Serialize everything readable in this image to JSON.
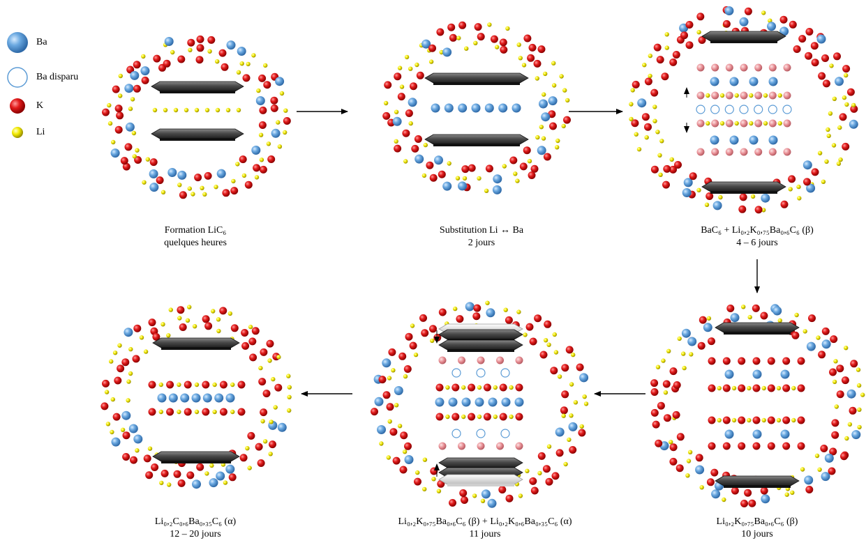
{
  "legend": {
    "ba": "Ba",
    "ba_missing": "Ba disparu",
    "k": "K",
    "li": "Li"
  },
  "colors": {
    "ba": "#5b9bd5",
    "k": "#e0201b",
    "li": "#e8e000",
    "k_faded": "#e8959a",
    "ba_missing_stroke": "#5b9bd5",
    "graphene": "#2a2a2a"
  },
  "icons": [
    "ba-atom-icon",
    "ba-missing-icon",
    "k-atom-icon",
    "li-atom-icon",
    "graphene-sheet-icon",
    "arrow-icon"
  ],
  "stages": [
    {
      "title": "Formation LiC₆",
      "duration": "quelques heures"
    },
    {
      "title": "Substitution Li ↔ Ba",
      "duration": "2 jours"
    },
    {
      "title": "BaC₆ + Li₀,₂K₀,₇₅Ba₀,₆C₆ (β)",
      "duration": "4 – 6 jours"
    },
    {
      "title": "Li₀,₂K₀,₇₅Ba₀,₆C₆ (β)",
      "duration": "10 jours"
    },
    {
      "title": "Li₀,₂K₀,₇₅Ba₀,₆C₆ (β) + Li₀,₂K₀,₆Ba₀,₃₅C₆ (α)",
      "duration": "11 jours"
    },
    {
      "title": "Li₀,₂C₀,₆Ba₀,₃₅C₆ (α)",
      "duration": "12 – 20 jours"
    }
  ]
}
